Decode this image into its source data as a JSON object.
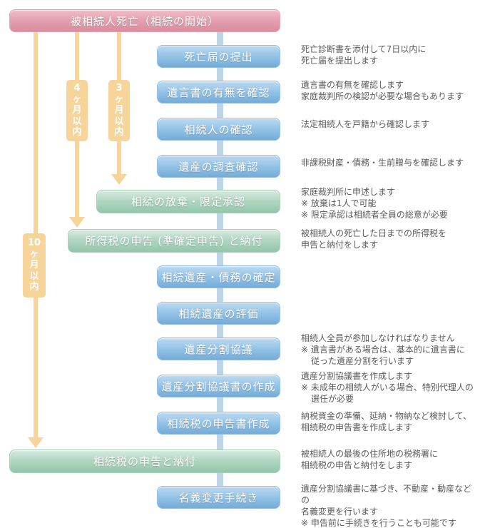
{
  "header": {
    "label": "被相続人死亡（相続の開始）"
  },
  "timelines": [
    {
      "label": "10ヶ月以内",
      "chars": [
        "10",
        "ヶ",
        "月",
        "以",
        "内"
      ]
    },
    {
      "label": "4ヶ月以内",
      "chars": [
        "4",
        "ヶ",
        "月",
        "以",
        "内"
      ]
    },
    {
      "label": "3ヶ月以内",
      "chars": [
        "3",
        "ヶ",
        "月",
        "以",
        "内"
      ]
    }
  ],
  "steps": [
    {
      "label": "死亡届の提出",
      "notes": [
        "死亡診断書を添付して7日以内に",
        "死亡届を提出します"
      ]
    },
    {
      "label": "遺言書の有無を確認",
      "notes": [
        "遺言書の有無を確認します",
        "家庭裁判所の検認が必要な場合もあります"
      ]
    },
    {
      "label": "相続人の確認",
      "notes": [
        "法定相続人を戸籍から確認します"
      ]
    },
    {
      "label": "遺産の調査確認",
      "notes": [
        "非課税財産・債務・生前贈与を確認します"
      ]
    },
    {
      "label": "相続の放棄・限定承認",
      "notes": [
        "家庭裁判所に申述します",
        "※ 放棄は1人で可能",
        "※ 限定承認は相続者全員の総意が必要"
      ]
    },
    {
      "label": "所得税の申告 (準確定申告) と納付",
      "notes": [
        "被相続人の死亡した日までの所得税を",
        "申告と納付をします"
      ]
    },
    {
      "label": "相続遺産・債務の確定",
      "notes": []
    },
    {
      "label": "相続遺産の評価",
      "notes": []
    },
    {
      "label": "遺産分割協議",
      "notes": [
        "相続人全員が参加しなければなりません",
        "※ 遺言書がある場合は、基本的に遺言書に",
        "従った遺産分割を行います"
      ]
    },
    {
      "label": "遺産分割協議書の作成",
      "notes": [
        "遺産分割協議書を作成します",
        "※ 未成年の相続人がいる場合、特別代理人の",
        "選任が必要"
      ]
    },
    {
      "label": "相続税の申告書作成",
      "notes": [
        "納税資金の準備、延納・物納など検討して、",
        "相続税の申告書を作成します"
      ]
    },
    {
      "label": "相続税の申告と納付",
      "notes": [
        "被相続人の最後の住所地の税務署に",
        "相続税の申告と納付をします"
      ]
    },
    {
      "label": "名義変更手続き",
      "notes": [
        "遺産分割協議書に基づき、不動産・動産などの",
        "名義変更を行います",
        "※ 申告前に手続きを行うことも可能です"
      ]
    }
  ],
  "colors": {
    "start_pink": "#d98c9d",
    "process_blue": "#74acd8",
    "milestone_green": "#93c6ab",
    "timeline_yellow": "#f6d49a",
    "connector_blue": "#bed5e8",
    "note_text": "#5a5a5a"
  }
}
